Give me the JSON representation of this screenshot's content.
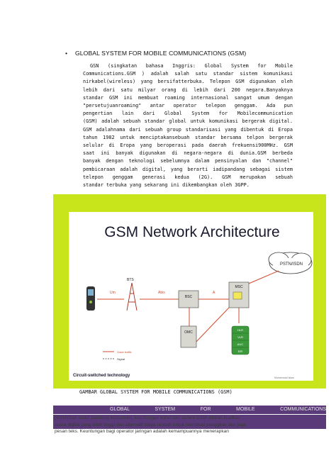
{
  "heading": {
    "bullet": "•",
    "text": "GLOBAL SYSTEM FOR MOBILE COMMUNICATIONS (GSM)"
  },
  "paragraph": [
    "GSN (singkatan bahasa Inggris: Global System for Mobile",
    "Communications.GSM ) adalah salah satu standar sistem komunikasi",
    "nirkabel(wireless) yang bersifatterbuka. Telepon GSM digunakan oleh",
    "lebih dari satu milyar orang di lebih dari 200 negara.Banyaknya",
    "standar GSM ini membuat roaming internasional sangat umum dengan",
    "\"persetujuanroaming\" antar operator telepon genggam. Ada pun",
    "pengertian lain dari Global System for Mobilecommunication",
    "(GSM) adalah sebuah standar global untuk komunikasi bergerak digital.",
    "GSM adalahnama dari sebuah group standarisasi yang dibentuk di Eropa",
    "tahun 1982 untuk menciptakansebuah standar bersama telpon bergerak",
    "selular di Eropa yang beroperasi pada daerah frekuensi900MHz. GSM",
    "saat ini banyak digunakan di negara-negara di dunia.GSM berbeda",
    "banyak dengan teknologi sebelumnya dalam pensinyalan dan \"channel\"",
    "pembicaraan adalah digital, yang berarti iadipandang sebagai sistem",
    "telepon genggam generasi kedua (2G). GSM merupakan sebuah",
    "standar terbuka yang sekarang ini dikembangkan oleh 3GPP."
  ],
  "figure": {
    "title": "GSM Network Architecture",
    "labels": {
      "pstn": "PSTN/ISDN",
      "bts": "BTS",
      "bsc": "BSC",
      "msc": "MSC",
      "hlr": "HLR",
      "vlr": "VLR",
      "auc": "AUC",
      "eir": "EIR",
      "omc": "OMC",
      "um": "Um",
      "abis": "Abis",
      "a": "A",
      "legend_voice": "Voice traffic",
      "legend_signal": "Signal",
      "footer": "Circuit-switched technology",
      "credit": "Mohammad Islam"
    },
    "colors": {
      "background": "#c8e41a",
      "line": "#d24a2a",
      "box": "#d8d8d0"
    }
  },
  "caption": "GAMBAR GLOBAL SYSTEM FOR MOBILE COMMUNICATIONS (GSM)",
  "table": {
    "header": "GLOBAL SYSTEM FOR MOBILE COMMUNICATIONS",
    "body": [
      "(GSM)Dari sudut pandang konsumen, keuntungan kunci dari sistem GSM adalah  kualitas",
      "suara digital yang lebih tinggi dan alternatif biaya rendah untuk membuat panggilan dan juga",
      "pesan teks.  Keuntungan bagi operator   jaringan adalah kemampuannya   menerapkan"
    ],
    "colors": {
      "fill": "#5a3a78"
    }
  }
}
